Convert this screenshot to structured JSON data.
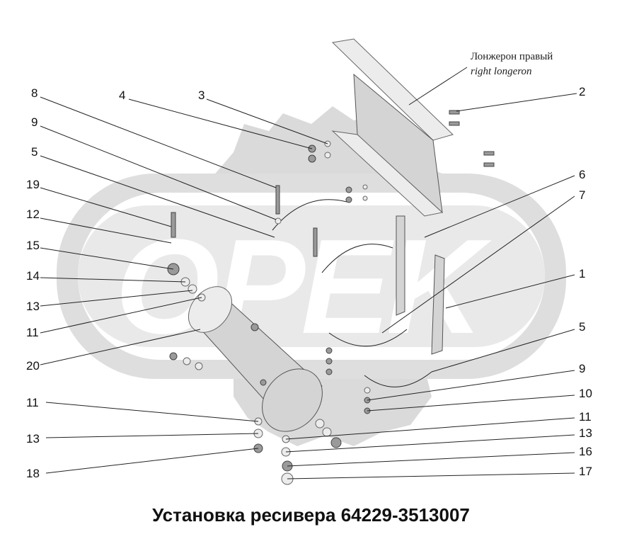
{
  "caption": "Установка ресивера 64229-3513007",
  "note": {
    "ru": "Лонжерон правый",
    "en": "right longeron"
  },
  "watermark": {
    "text": "OPEK",
    "color": "#d0d0d0"
  },
  "callouts": [
    "2",
    "3",
    "4",
    "8",
    "9",
    "5",
    "19",
    "12",
    "15",
    "14",
    "13",
    "11",
    "20",
    "6",
    "7",
    "1",
    "5",
    "9",
    "10",
    "11",
    "13",
    "16",
    "17",
    "11",
    "13",
    "18"
  ]
}
